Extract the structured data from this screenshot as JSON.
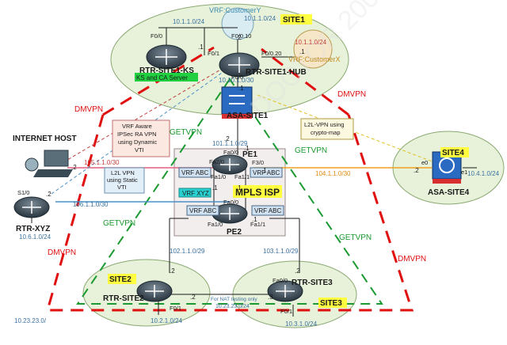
{
  "sites": {
    "site1": "SITE1",
    "site2": "SITE2",
    "site3": "SITE3",
    "site4": "SITE4"
  },
  "vrf_customer_y": "VRF:CustomerY",
  "vrf_customer_x": "VRF:CustomerX",
  "routers": {
    "ks_name": "RTR-SITE1-KS",
    "ks_role": "KS and CA Server",
    "hub": "RTR-SITE1-HUB",
    "asa1": "ASA-SITE1",
    "asa4": "ASA-SITE4",
    "pe1": "PE1",
    "pe2": "PE2",
    "xyz": "RTR-XYZ",
    "site2": "RTR-SITE2",
    "site3": "RTR-SITE3",
    "internet_host": "INTERNET HOST"
  },
  "isp_label": "MPLS ISP",
  "vrfs": {
    "pe1_abc_left": "VRF ABC",
    "pe1_abc_right": "VRF ABC",
    "pe1_xyz": "VRF XYZ",
    "pe2_abc_left": "VRF ABC",
    "pe2_abc_right": "VRF ABC"
  },
  "vpn_labels": {
    "dmvpn_left_top": "DMVPN",
    "dmvpn_right_top": "DMVPN",
    "dmvpn_left_bottom": "DMVPN",
    "dmvpn_right_bottom": "DMVPN",
    "getvpn_top_left": "GETVPN",
    "getvpn_top_right": "GETVPN",
    "getvpn_left": "GETVPN",
    "getvpn_right": "GETVPN"
  },
  "notes": {
    "vrf_aware": [
      "VRF Aware",
      "IPSec RA VPN",
      "using Dynamic",
      "VTI"
    ],
    "l2l_static": [
      "L2L VPN",
      "using Static",
      "VTI"
    ],
    "l2l_crypto": [
      "L2L-VPN using",
      "crypto-map"
    ],
    "nat": "For NAT testing only"
  },
  "subnets": {
    "s10_1_1": "10.1.1.0/24",
    "s10_1_1_b": "10.1.1.0/24",
    "s10_1_1_c": "10.1.1.0/24",
    "s10_10_1": "10.10.1.0/30",
    "s101": "101.1.1.0/29",
    "s105": "105.1.1.0/30",
    "s104": "104.1.1.0/30",
    "s106": "106.1.1.0/30",
    "s10_4_1": "10.4.1.0/24",
    "s10_6_1": "10.6.1.0/24",
    "s102": "102.1.1.0/29",
    "s103": "103.1.1.0/29",
    "s10_2_1": "10.2.1.0/24",
    "s10_3_1": "10.3.1.0/24",
    "s10_23_23": "10.23.23.0/24",
    "s10_23_23_b": "10.23.23.0/"
  },
  "ifaces": {
    "ks_f00": "F0/0",
    "hub_f010": "F0/0.10",
    "hub_f020": "F0/0.20",
    "hub_f01": "F0/1",
    "hub_f00": "F0/0",
    "pe1_fa00": "Fa0/0",
    "pe1_fa20": "Fa2/0",
    "pe1_f30": "F3/0",
    "pe1_fa10": "Fa1/0",
    "pe1_fa11": "Fa1/1",
    "pe2_fa00": "Fa0/0",
    "pe2_fa10": "Fa1/0",
    "pe2_fa11": "Fa1/1",
    "xyz_s10": "S1/0",
    "asa4_e0": "e0",
    "asa4_e1": "e1",
    "s3_fa00": "Fa0/0",
    "s3_f01": "F0/1",
    "s2_f01": "F0/1"
  },
  "hosts": {
    "h1": ".1",
    "h1b": ".1",
    "h2": ".2",
    "h2b": ".2",
    "h2c": ".2",
    "h2d": ".2",
    "h2e": ".2",
    "h2f": ".2",
    "h2g": ".2",
    "h2h": ".2",
    "h3": ".3",
    "h1c": ".1",
    "h1d": ".1",
    "h1e": ".1",
    "h1f": ".1",
    "h1g": ".1",
    "h1h": ".1"
  },
  "watermark": "DOCTOR 2004"
}
